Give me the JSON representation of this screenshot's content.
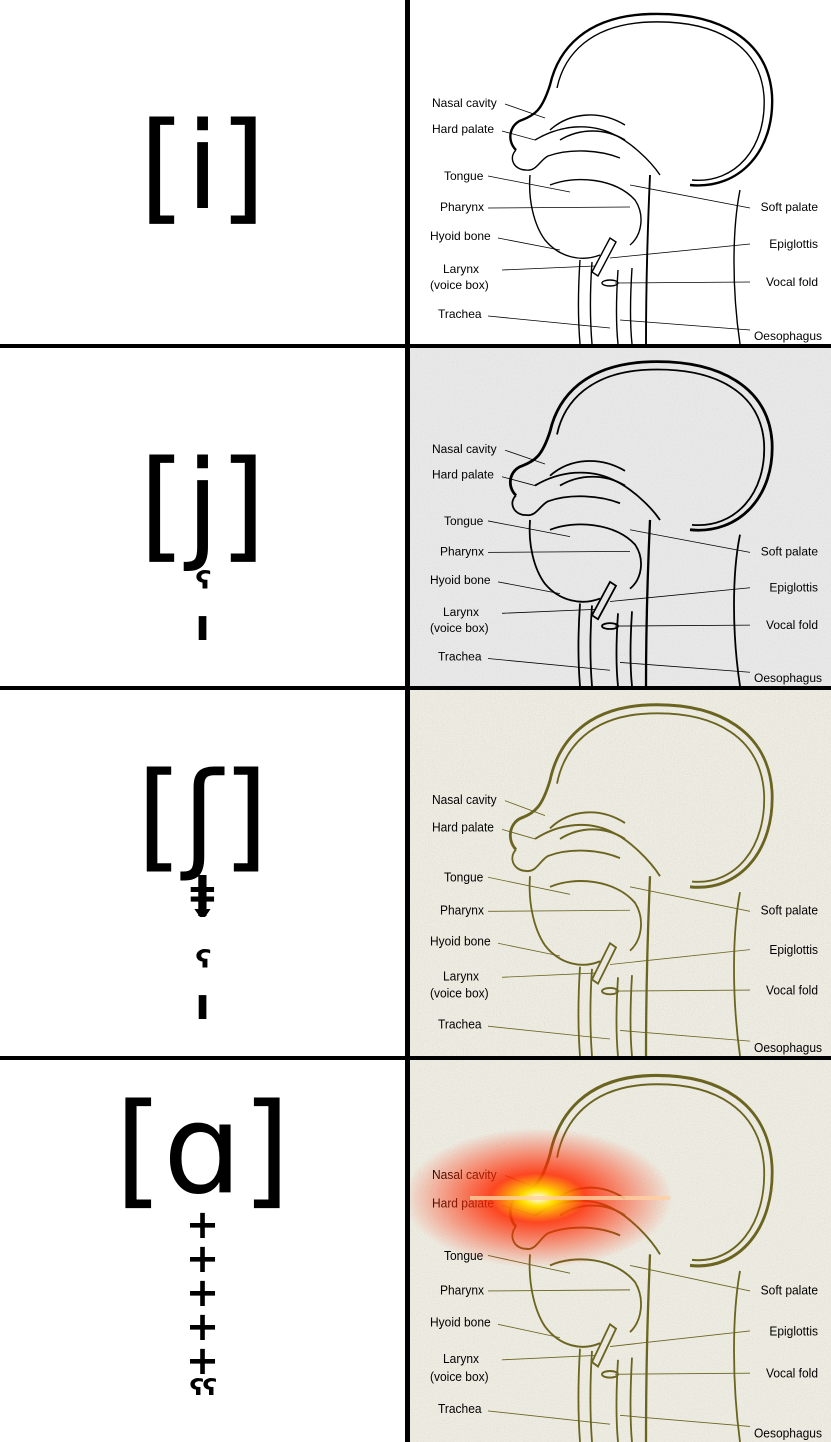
{
  "panels": [
    {
      "symbol": "[i]",
      "marks": ""
    },
    {
      "symbol": "[j]",
      "marks": "ˤ\nı"
    },
    {
      "symbol": "[ʃ]",
      "marks": "ǂ\nˇ\nˤ\nı"
    },
    {
      "symbol": "[ɑ]",
      "marks": "+\n+\n+\n+\n+\nˤˤ"
    }
  ],
  "diagram_labels": {
    "nasal_cavity": "Nasal cavity",
    "hard_palate": "Hard palate",
    "tongue": "Tongue",
    "pharynx": "Pharynx",
    "hyoid_bone": "Hyoid bone",
    "larynx": "Larynx",
    "voice_box": "(voice box)",
    "trachea": "Trachea",
    "soft_palate": "Soft palate",
    "epiglottis": "Epiglottis",
    "vocal_fold": "Vocal fold",
    "oesophagus": "Oesophagus"
  },
  "colors": {
    "line": "#000000",
    "background": "#ffffff",
    "deepfry_yellow": "#e8e070",
    "glow": "#ff2a00"
  }
}
